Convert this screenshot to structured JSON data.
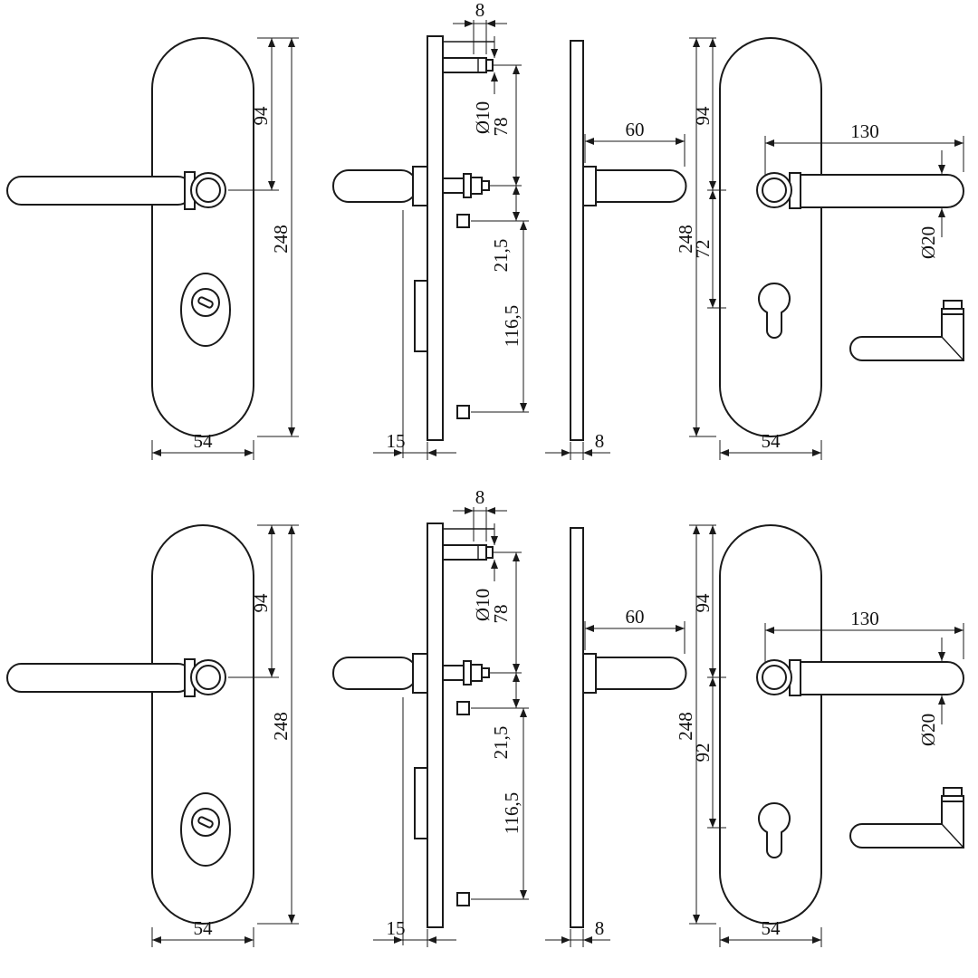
{
  "meta": {
    "ink_color": "#1a1a1a",
    "background_color": "#ffffff",
    "drawing_kind": "door security fitting dimensioned views"
  },
  "rows": [
    {
      "exterior_plate": {
        "top_to_handle": "94",
        "height": "248",
        "width": "54"
      },
      "side_view": {
        "top_gap": "8",
        "screw_diameter": "Ø10",
        "screw_to_handle": "78",
        "handle_to_screw": "21,5",
        "screw_span": "116,5",
        "plate_depth": "15"
      },
      "profile_view": {
        "handle_length": "60",
        "plate_thickness": "8"
      },
      "interior_plate": {
        "top_to_handle": "94",
        "height": "248",
        "handle_to_cylinder": "72",
        "handle_length": "130",
        "handle_diameter": "Ø20",
        "width": "54"
      }
    },
    {
      "exterior_plate": {
        "top_to_handle": "94",
        "height": "248",
        "width": "54"
      },
      "side_view": {
        "top_gap": "8",
        "screw_diameter": "Ø10",
        "screw_to_handle": "78",
        "handle_to_screw": "21,5",
        "screw_span": "116,5",
        "plate_depth": "15"
      },
      "profile_view": {
        "handle_length": "60",
        "plate_thickness": "8"
      },
      "interior_plate": {
        "top_to_handle": "94",
        "height": "248",
        "handle_to_cylinder": "92",
        "handle_length": "130",
        "handle_diameter": "Ø20",
        "width": "54"
      }
    }
  ]
}
